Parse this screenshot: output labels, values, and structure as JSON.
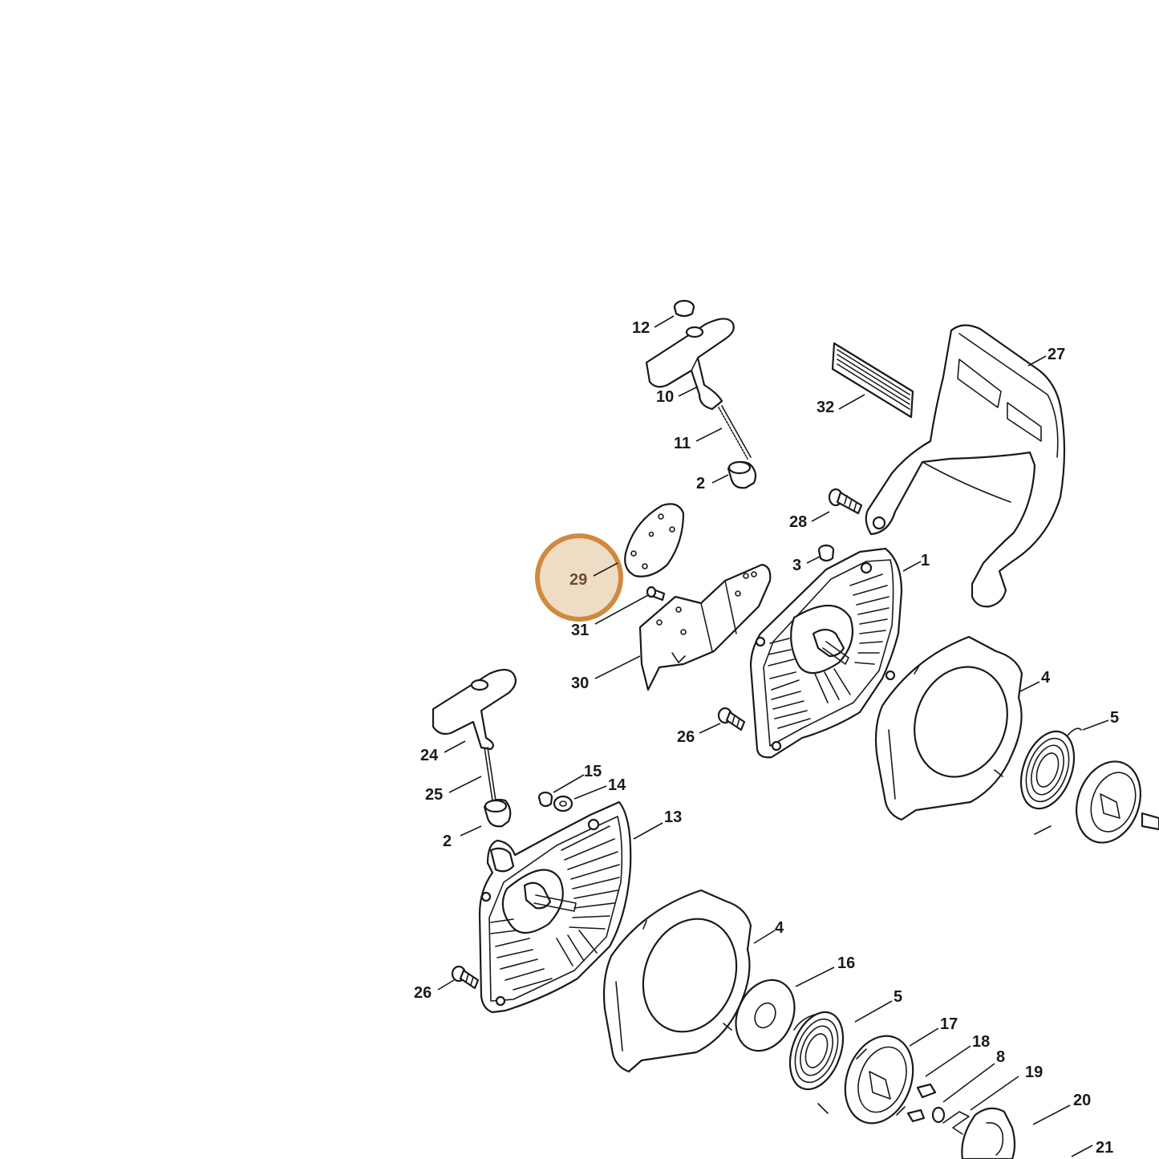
{
  "callouts": {
    "c12": "12",
    "c10": "10",
    "c11": "11",
    "c2a": "2",
    "c32": "32",
    "c27": "27",
    "c28": "28",
    "c3": "3",
    "c1": "1",
    "c29": "29",
    "c31": "31",
    "c30": "30",
    "c4a": "4",
    "c5a": "5",
    "c26a": "26",
    "c24": "24",
    "c25": "25",
    "c15": "15",
    "c14": "14",
    "c2b": "2",
    "c13": "13",
    "c4b": "4",
    "c16": "16",
    "c5b": "5",
    "c17": "17",
    "c18": "18",
    "c8": "8",
    "c19": "19",
    "c20": "20",
    "c21": "21",
    "c26b": "26"
  },
  "highlight": {
    "part_number": "29",
    "color": "#cf8a3f",
    "fill": "#efdcc4"
  },
  "colors": {
    "line": "#1a1a1a",
    "background": "#ffffff"
  }
}
